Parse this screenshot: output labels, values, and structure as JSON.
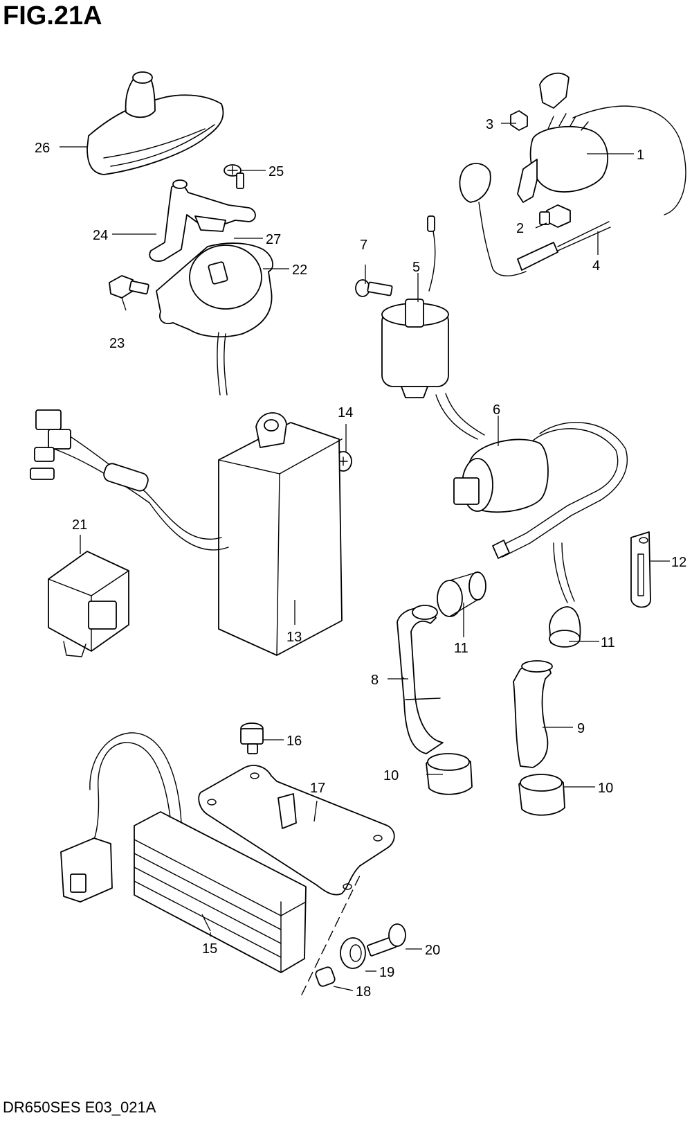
{
  "title": "FIG.21A",
  "footer": "DR650SES E03_021A",
  "callouts": [
    "1",
    "2",
    "3",
    "4",
    "5",
    "6",
    "7",
    "8",
    "9",
    "10",
    "10",
    "11",
    "11",
    "12",
    "13",
    "14",
    "15",
    "16",
    "17",
    "18",
    "19",
    "20",
    "21",
    "22",
    "23",
    "24",
    "25",
    "26",
    "27"
  ]
}
